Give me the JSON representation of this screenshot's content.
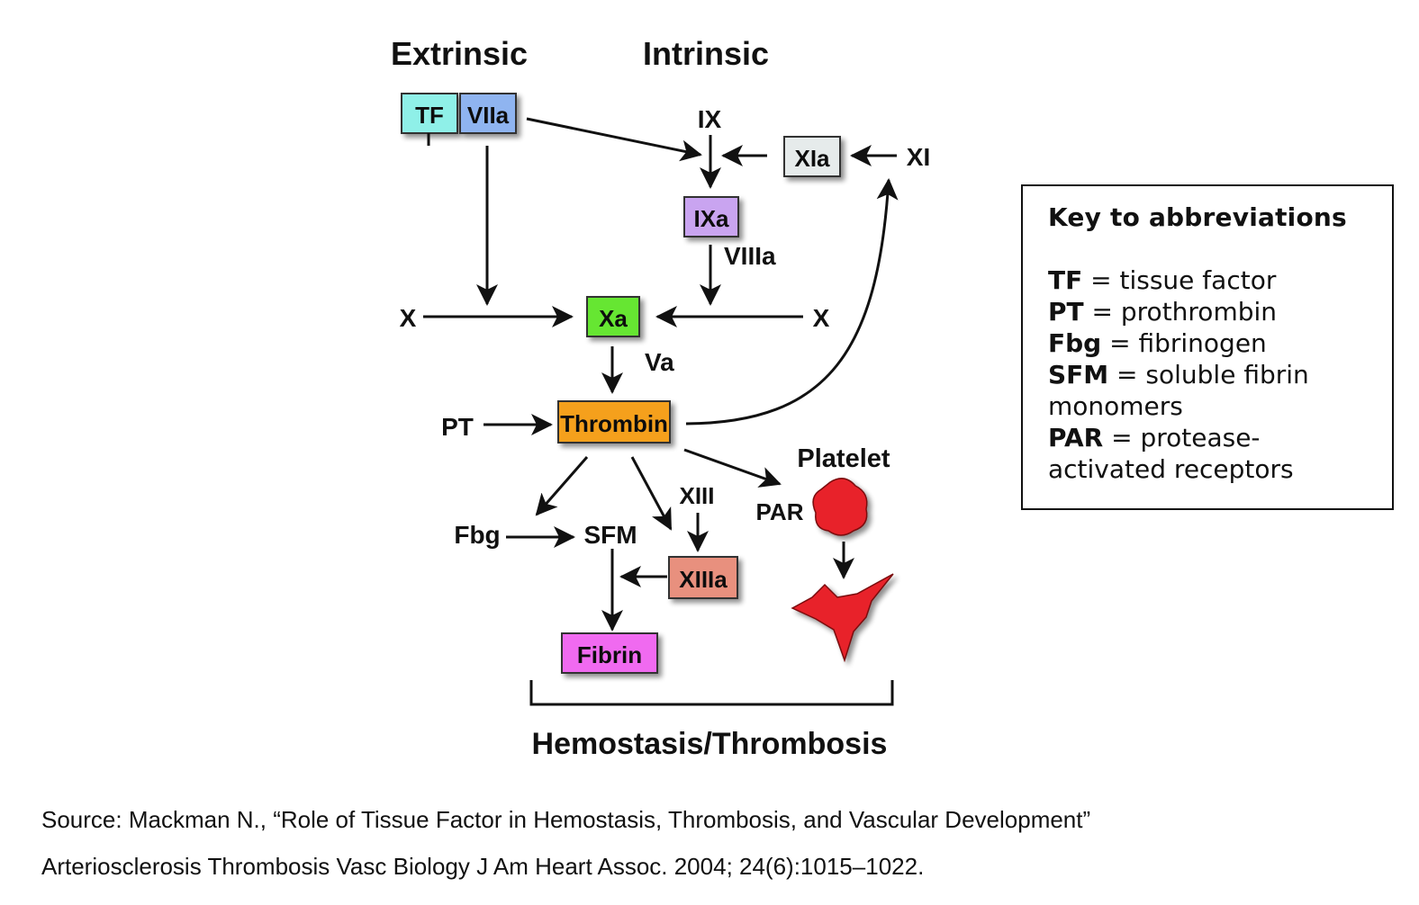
{
  "headings": {
    "extrinsic": "Extrinsic",
    "intrinsic": "Intrinsic",
    "outcome": "Hemostasis/Thrombosis"
  },
  "nodes": {
    "tf": {
      "label": "TF",
      "color": "#8ff0e8"
    },
    "viia": {
      "label": "VIIa",
      "color": "#8fb4f0"
    },
    "xia": {
      "label": "XIa",
      "color": "#e6ebeb"
    },
    "ixa": {
      "label": "IXa",
      "color": "#c9a4f0"
    },
    "xa": {
      "label": "Xa",
      "color": "#66e633"
    },
    "thrombin": {
      "label": "Thrombin",
      "color": "#f5a01e"
    },
    "xiiia": {
      "label": "XIIIa",
      "color": "#e8907e"
    },
    "fibrin": {
      "label": "Fibrin",
      "color": "#f06af0"
    }
  },
  "labels": {
    "ix": "IX",
    "xi": "XI",
    "viiia": "VIIIa",
    "x_left": "X",
    "x_right": "X",
    "va": "Va",
    "pt": "PT",
    "platelet": "Platelet",
    "xiii": "XIII",
    "par": "PAR",
    "fbg": "Fbg",
    "sfm": "SFM"
  },
  "platelet_color": "#e8202a",
  "key": {
    "title": "Key to abbreviations",
    "entries": [
      {
        "abbr": "TF",
        "text": " = tissue factor"
      },
      {
        "abbr": "PT",
        "text": " = prothrombin"
      },
      {
        "abbr": "Fbg",
        "text": " = fibrinogen"
      },
      {
        "abbr": "SFM",
        "text": " = soluble fibrin monomers"
      },
      {
        "abbr": "PAR",
        "text": " = protease-activated receptors"
      }
    ]
  },
  "source": {
    "line1": "Source: Mackman N., “Role of Tissue Factor in Hemostasis, Thrombosis, and Vascular Development”",
    "line2": "Arteriosclerosis Thrombosis Vasc Biology J Am Heart Assoc. 2004; 24(6):1015–1022."
  }
}
